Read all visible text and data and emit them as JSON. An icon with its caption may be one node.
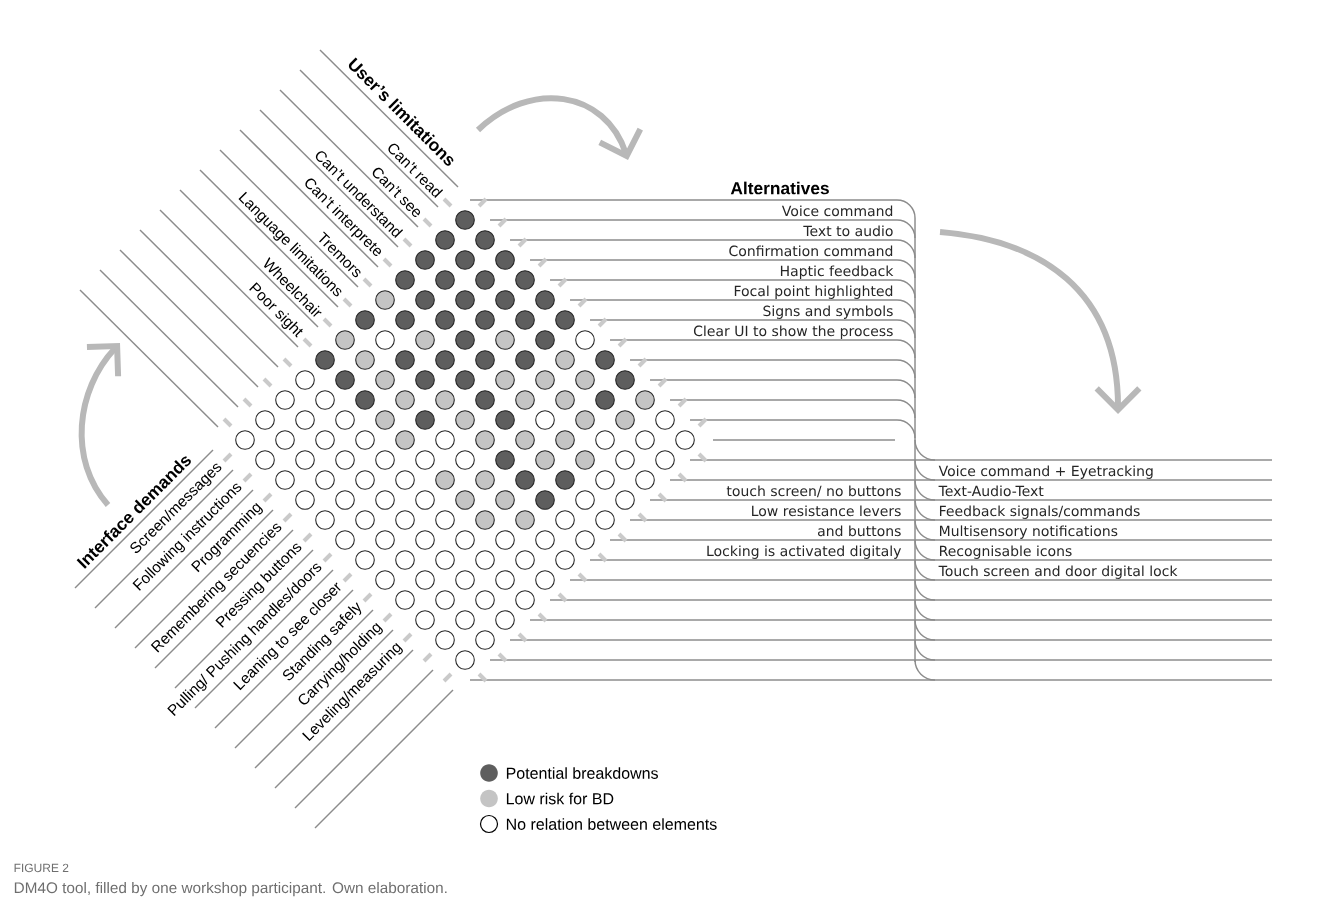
{
  "diagram": {
    "caption": "DM4O tool, filled by one workshop participant. Own elaboration.",
    "labels": [
      "User’s limitations",
      "Can’t read",
      "Can’t see",
      "Can’t understand",
      "Can’t interprete",
      "Tremors",
      "Language limitations",
      "Wheelchair",
      "Poor sight",
      "Alternatives",
      "Voice command",
      "Text to audio",
      "Confirmation command",
      "Haptic feedback",
      "Focal point highlighted",
      "Signs and symbols",
      "Clear UI to show the process",
      "Interface demands",
      "Screen/messages",
      "Following instructions",
      "Programming",
      "Remembering secuencies",
      "Pressing buttons",
      "Pulling/ Pushing handles/doors",
      "Leaning to see closer",
      "Standing safely",
      "Carrying/holding",
      "Leveling/measuring",
      "touch screen/ no buttons",
      "Low resistance levers",
      "and buttons",
      "Locking is activated digitaly",
      "Voice command + Eyetracking",
      "Text-Audio-Text",
      "Feedback signals/commands",
      "Multisensory notifications",
      "Recognisable icons",
      "Touch screen and door digital lock",
      "FIGURE 2"
    ],
    "legend": [
      {
        "text": "Potential breakdowns",
        "color": "#5e5e5e"
      },
      {
        "text": "Low risk for BD",
        "color": "#c4c4c4"
      },
      {
        "text": "No relation between elements"
      }
    ]
  }
}
